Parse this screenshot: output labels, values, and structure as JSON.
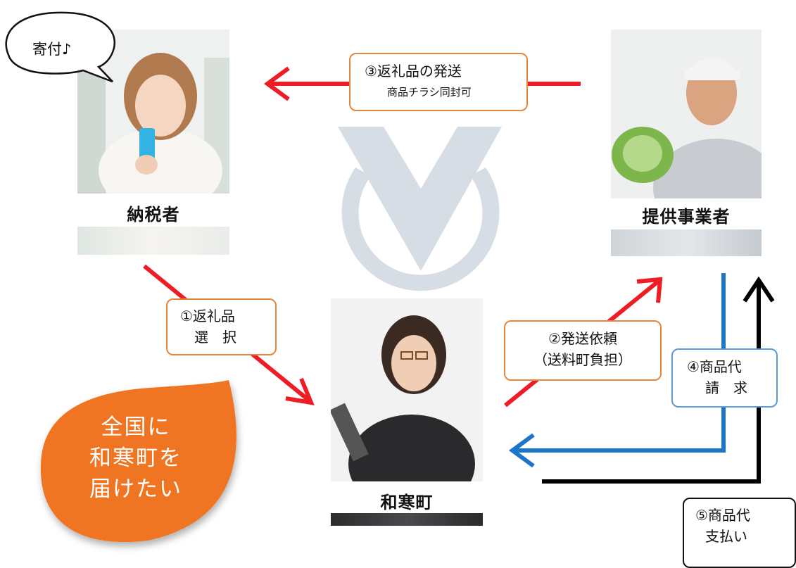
{
  "speech_bubble": {
    "text": "寄付♪"
  },
  "nodes": {
    "taxpayer": {
      "label": "納税者"
    },
    "supplier": {
      "label": "提供事業者"
    },
    "town": {
      "label": "和寒町"
    }
  },
  "steps": {
    "step1": {
      "line1": "①返礼品",
      "line2": "選　択"
    },
    "step2": {
      "line1": "②発送依頼",
      "line2": "（送料町負担）"
    },
    "step3": {
      "line1": "③返礼品の発送",
      "line2": "商品チラシ同封可"
    },
    "step4": {
      "line1": "④商品代",
      "line2": "請　求"
    },
    "step5": {
      "line1": "⑤商品代",
      "line2": "支払い"
    }
  },
  "blob": {
    "line1": "全国に",
    "line2": "和寒町を",
    "line3": "届けたい"
  },
  "colors": {
    "red_arrow": "#ee1c25",
    "blue_arrow": "#1b75c9",
    "black_arrow": "#000000",
    "callout_border_orange": "#e6863a",
    "callout_border_blue": "#5b9bd5",
    "blob_orange": "#ef7422",
    "watermark": "#c9d2dc"
  }
}
